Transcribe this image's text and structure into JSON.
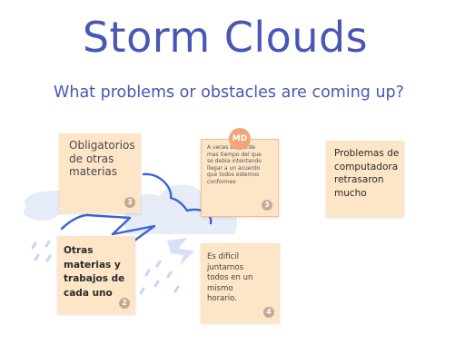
{
  "board": {
    "title": "Storm Clouds",
    "subtitle": "What problems or obstacles are coming up?"
  },
  "icons": {
    "storm": "storm-cloud-illustration"
  },
  "colors": {
    "title": "#4a56b4",
    "note": "#fde5c7",
    "vote_badge": "#c1ab92",
    "avatar": "#f0a57a",
    "cloud_outline": "#3b62d6",
    "cloud_fill": "#e6ecf8"
  },
  "notes": [
    {
      "text": "Obligatorios\nde otras\nmaterias",
      "votes": "3"
    },
    {
      "text": "A veces se pierde\nmas tiempo del que\nse debia intentando\nllegar a un acuerdo\nque todos estemos\nconformes",
      "votes": "3",
      "author": "MD"
    },
    {
      "text": "Problemas de\ncomputadora\nretrasaron\nmucho",
      "votes": ""
    },
    {
      "text": "Otras\nmaterias y\ntrabajos de\ncada uno",
      "votes": "2"
    },
    {
      "text": "Es dificil\njuntarnos\ntodos en un\nmismo\nhorario.",
      "votes": "4"
    }
  ]
}
